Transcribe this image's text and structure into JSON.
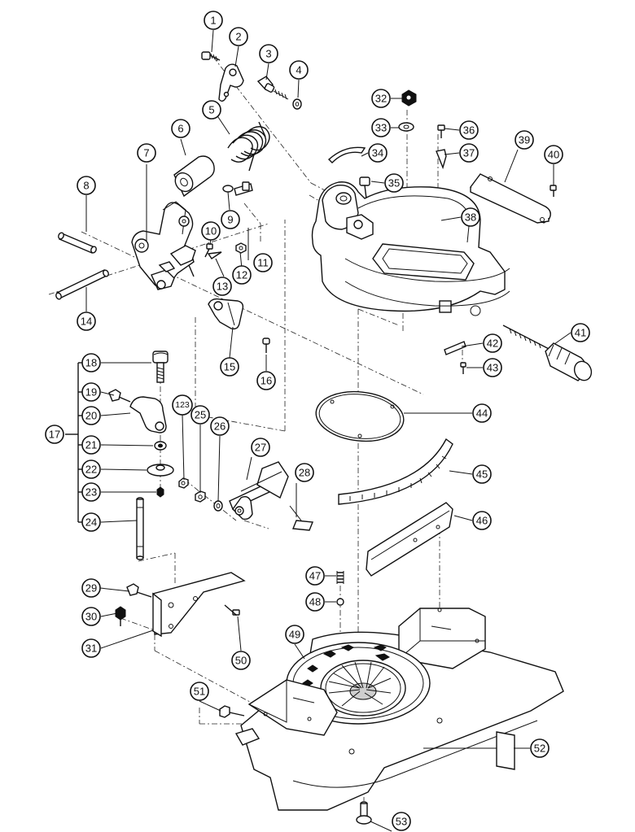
{
  "callouts": [
    "1",
    "2",
    "3",
    "4",
    "5",
    "6",
    "7",
    "8",
    "9",
    "10",
    "11",
    "12",
    "13",
    "14",
    "15",
    "16",
    "17",
    "18",
    "19",
    "20",
    "21",
    "22",
    "23",
    "24",
    "123",
    "25",
    "26",
    "27",
    "28",
    "29",
    "30",
    "31",
    "32",
    "33",
    "34",
    "35",
    "36",
    "37",
    "38",
    "39",
    "40",
    "41",
    "42",
    "43",
    "44",
    "45",
    "46",
    "47",
    "48",
    "49",
    "50",
    "51",
    "52",
    "53"
  ]
}
